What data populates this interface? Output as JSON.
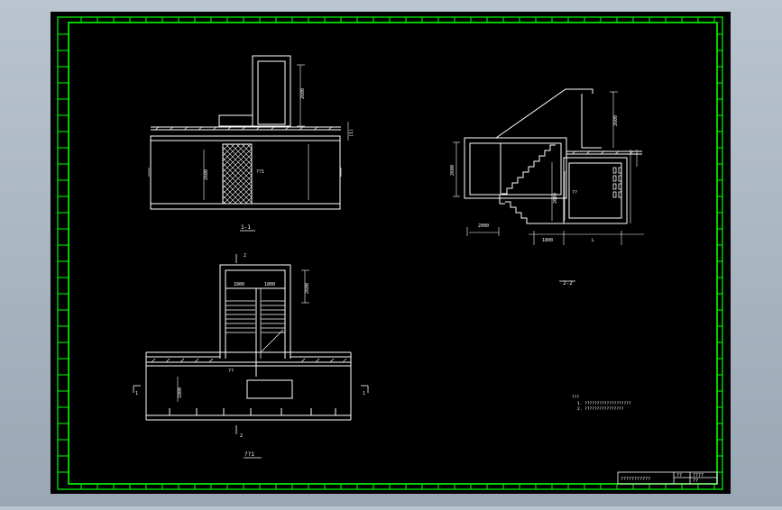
{
  "drawing": {
    "colors": {
      "background": "#000000",
      "frame": "#00ff00",
      "lines": "#ffffff",
      "gray_area": "#a6b2be"
    },
    "section_1_1": {
      "caption": "1-1",
      "dim_upper": "2600",
      "dim_left": "2600",
      "dim_side": "(1)",
      "hatch_label": "??1"
    },
    "section_2_2": {
      "caption": "2-2",
      "dim_right_top": "2600",
      "dim_left": "2600",
      "dim_bottom_left": "2000",
      "dim_bottom_mid": "1800",
      "dim_bottom_right": "L",
      "dim_stair": "2600",
      "dim_inner": "??"
    },
    "plan": {
      "caption": "??1",
      "marker_top": "2",
      "marker_bottom": "2",
      "left_marker": "1",
      "right_marker": "1",
      "dim_top_left": "1800",
      "dim_top_right": "1800",
      "dim_right": "2600",
      "dim_left": "1800",
      "label_wall": "??"
    },
    "notes": {
      "title": "???",
      "line1": "1. ???????????????????",
      "line2": "2. ????????????????"
    },
    "title_block": {
      "name": "???????????",
      "cell1": "??",
      "cell2": "????",
      "cell3": "??"
    }
  }
}
